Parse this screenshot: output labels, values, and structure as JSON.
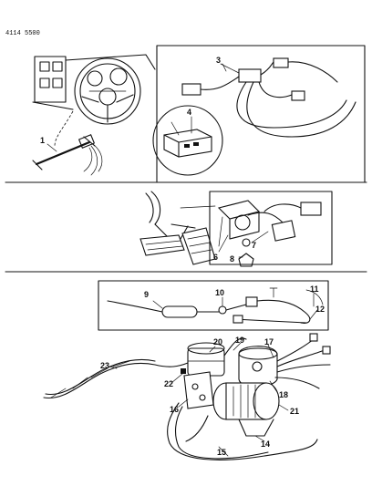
{
  "diagram_code": "4114 5500",
  "callouts": [
    "1",
    "3",
    "4",
    "6",
    "7",
    "8",
    "9",
    "10",
    "11",
    "12",
    "14",
    "15",
    "16",
    "17",
    "18",
    "19",
    "20",
    "21",
    "22",
    "23"
  ]
}
